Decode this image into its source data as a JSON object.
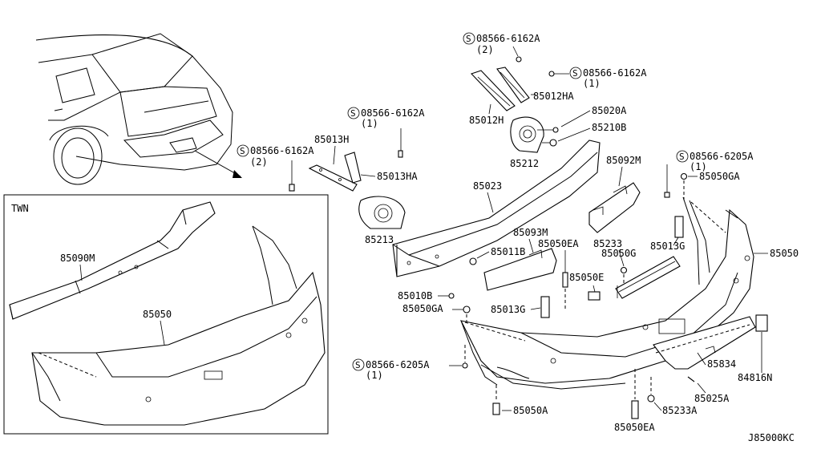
{
  "diagram_code": "J85000KC",
  "inset": {
    "title": "TWN",
    "labels": {
      "reinforce": "85090M",
      "bumper": "85050"
    }
  },
  "bolt_symbol": "S",
  "callouts": {
    "screw_top_a": {
      "part": "08566-6162A",
      "qty": "(2)"
    },
    "screw_top_b": {
      "part": "08566-6162A",
      "qty": "(1)"
    },
    "screw_mid": {
      "part": "08566-6162A",
      "qty": "(1)"
    },
    "screw_left": {
      "part": "08566-6162A",
      "qty": "(2)"
    },
    "screw_right": {
      "part": "08566-6205A",
      "qty": "(1)"
    },
    "screw_bottom": {
      "part": "08566-6205A",
      "qty": "(1)"
    }
  },
  "parts": {
    "p85012HA": "85012HA",
    "p85012H": "85012H",
    "p85020A": "85020A",
    "p85210B": "85210B",
    "p85212": "85212",
    "p85013H": "85013H",
    "p85013HA": "85013HA",
    "p85023": "85023",
    "p85092M": "85092M",
    "p85050GA_r": "85050GA",
    "p85213": "85213",
    "p85093M": "85093M",
    "p85050EA_t": "85050EA",
    "p85233": "85233",
    "p85013G_r": "85013G",
    "p85050": "85050",
    "p85011B": "85011B",
    "p85050G": "85050G",
    "p85010B": "85010B",
    "p85050E": "85050E",
    "p85050GA_l": "85050GA",
    "p85013G_l": "85013G",
    "p85834": "85834",
    "p84816N": "84816N",
    "p85025A": "85025A",
    "p85233A": "85233A",
    "p85050A": "85050A",
    "p85050EA_b": "85050EA"
  }
}
